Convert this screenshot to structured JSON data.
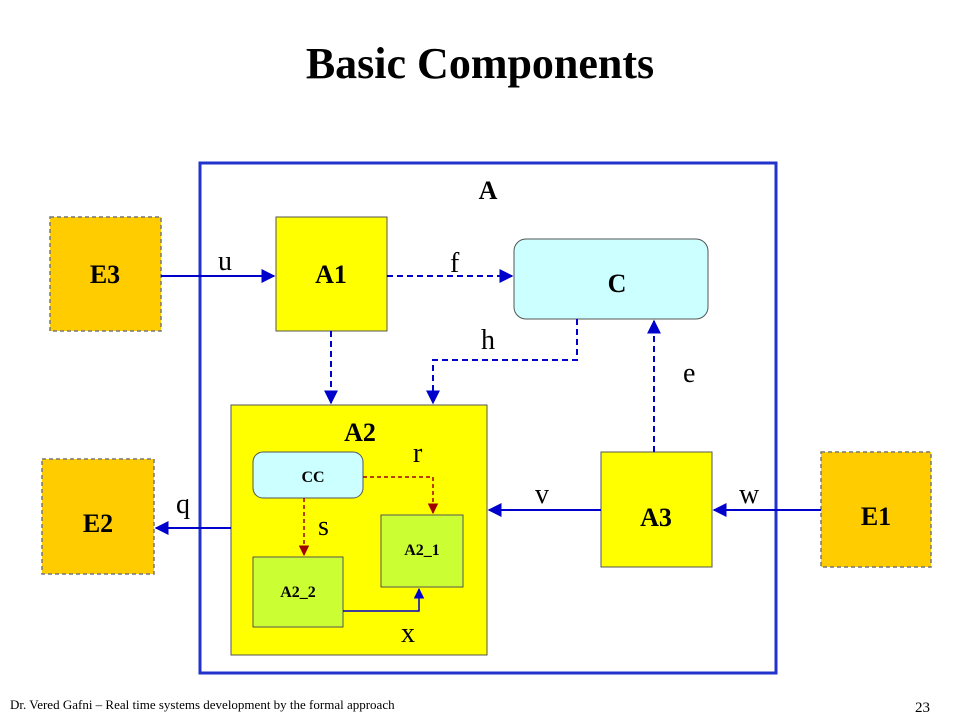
{
  "slide": {
    "title": "Basic Components",
    "footer": "Dr. Vered Gafni – Real time systems development by the formal approach",
    "page_number": "23"
  },
  "diagram": {
    "container": "A",
    "boxes": {
      "E3": "E3",
      "E2": "E2",
      "E1": "E1",
      "A1": "A1",
      "C": "C",
      "A2": "A2",
      "A3": "A3",
      "CC": "CC",
      "A2_1": "A2_1",
      "A2_2": "A2_2"
    },
    "edges": {
      "u": "u",
      "f": "f",
      "h": "h",
      "e": "e",
      "q": "q",
      "v": "v",
      "w": "w",
      "r": "r",
      "s": "s",
      "x": "x"
    },
    "colors": {
      "env_fill": "#FFCC00",
      "component_fill": "#FFFF00",
      "inner_fill": "#CCFF33",
      "controller_fill": "#CCFFFF",
      "arrow": "#0000CC",
      "inner_arrow": "#A00000"
    }
  }
}
